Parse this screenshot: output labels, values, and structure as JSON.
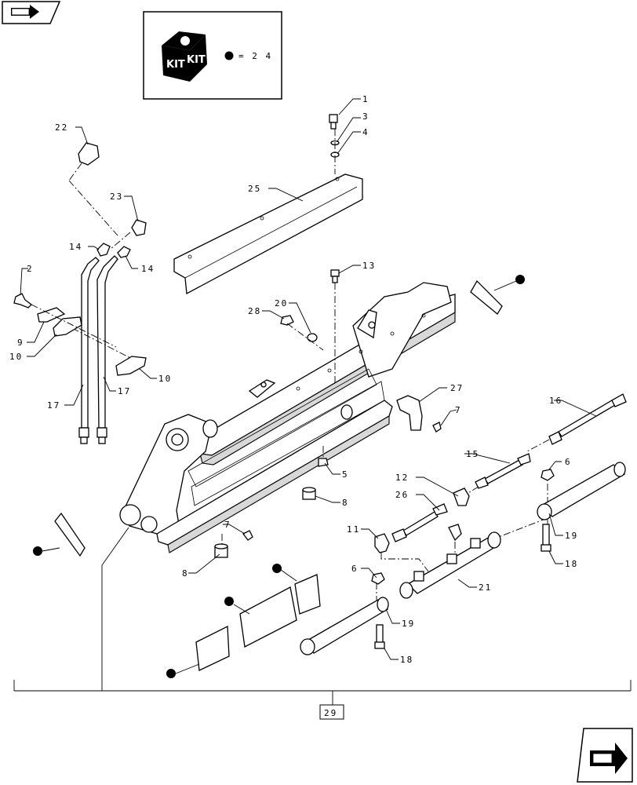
{
  "kit_box": {
    "kit_text_top": "KIT",
    "kit_text_left": "KIT",
    "equals_text": "= 2 4"
  },
  "callouts": {
    "c1": "1",
    "c2": "2",
    "c3": "3",
    "c4": "4",
    "c5": "5",
    "c6a": "6",
    "c6b": "6",
    "c7a": "7",
    "c7b": "7",
    "c8a": "8",
    "c8b": "8",
    "c9": "9",
    "c10a": "10",
    "c10b": "10",
    "c11": "11",
    "c12": "12",
    "c13": "13",
    "c14a": "14",
    "c14b": "14",
    "c15": "15",
    "c16": "16",
    "c17a": "17",
    "c17b": "17",
    "c18a": "18",
    "c18b": "18",
    "c19a": "19",
    "c19b": "19",
    "c20": "20",
    "c21": "21",
    "c22": "22",
    "c23": "23",
    "c25": "25",
    "c26": "26",
    "c27": "27",
    "c28": "28"
  },
  "assembly_label": "29",
  "icons": {
    "top_left": "arrow-book-icon",
    "bottom_right": "next-page-arrow-icon",
    "kit_marker": "black-dot-icon"
  }
}
